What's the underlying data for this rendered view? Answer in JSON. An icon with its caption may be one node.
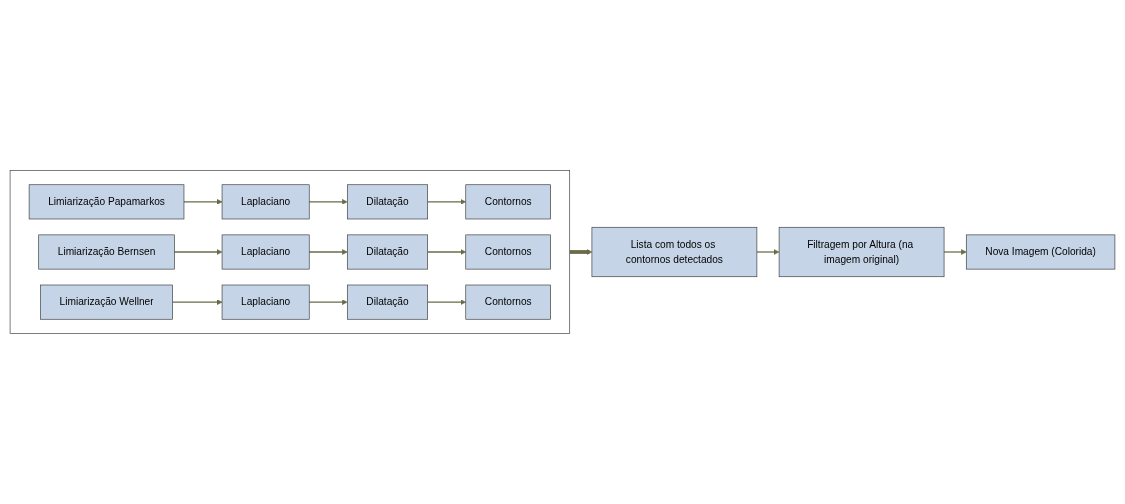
{
  "diagram": {
    "nodes": [
      {
        "text": [],
        "shape": "box"
      },
      {
        "text": [
          "Limiarização Papamarkos"
        ],
        "in": 0
      },
      {
        "text": [
          "Laplaciano"
        ],
        "in": 0
      },
      {
        "text": [
          "Dilatação"
        ],
        "in": 0
      },
      {
        "text": [
          "Contornos"
        ],
        "in": 0
      },
      {
        "text": [
          "Limiarização Bernsen"
        ],
        "in": 0
      },
      {
        "text": [
          "Laplaciano"
        ],
        "in": 0
      },
      {
        "text": [
          "Dilatação"
        ],
        "in": 0
      },
      {
        "text": [
          "Contornos"
        ],
        "in": 0
      },
      {
        "text": [
          "Limiarização Wellner"
        ],
        "in": 0
      },
      {
        "text": [
          "Laplaciano"
        ],
        "in": 0
      },
      {
        "text": [
          "Dilatação"
        ],
        "in": 0
      },
      {
        "text": [
          "Contornos"
        ],
        "in": 0
      },
      {
        "text": [
          "Lista com todos os contornos detectados"
        ]
      },
      {
        "text": [
          "Filtragem por Altura (na imagem original)"
        ]
      },
      {
        "text": [
          "Nova Imagem (Colorida)"
        ]
      }
    ],
    "edges": [
      {
        "from": 1,
        "to": 2,
        "arrow": "to"
      },
      {
        "from": 2,
        "to": 3,
        "arrow": "to"
      },
      {
        "from": 3,
        "to": 4,
        "arrow": "to"
      },
      {
        "from": 5,
        "to": 6,
        "arrow": "to"
      },
      {
        "from": 6,
        "to": 7,
        "arrow": "to"
      },
      {
        "from": 7,
        "to": 8,
        "arrow": "to"
      },
      {
        "from": 9,
        "to": 10,
        "arrow": "to"
      },
      {
        "from": 10,
        "to": 11,
        "arrow": "to"
      },
      {
        "from": 11,
        "to": 12,
        "arrow": "to"
      },
      {
        "from": 0,
        "to": 13,
        "arrow": "to",
        "style": "thick"
      },
      {
        "from": 13,
        "to": 14,
        "arrow": "to"
      },
      {
        "from": 14,
        "to": 15,
        "arrow": "to"
      }
    ]
  }
}
